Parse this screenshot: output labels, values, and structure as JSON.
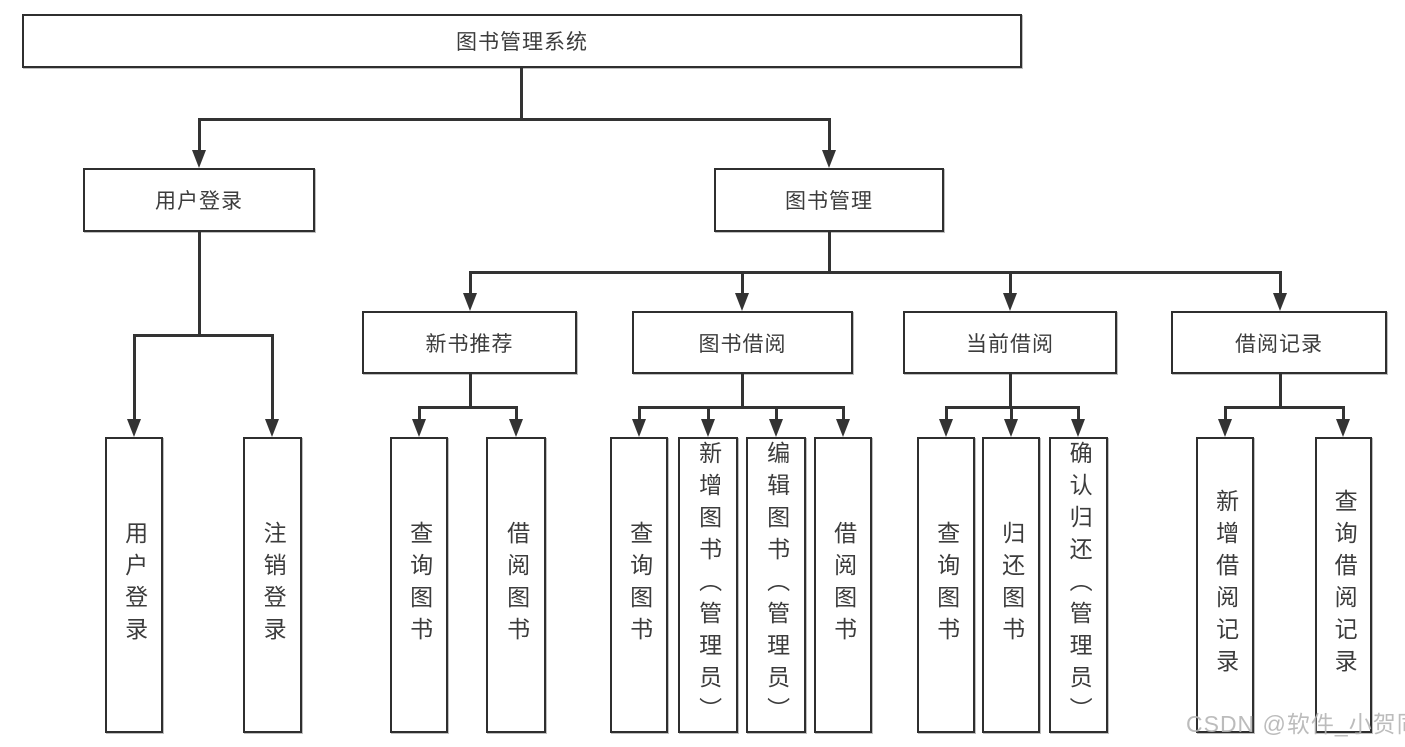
{
  "title": "图书管理系统",
  "tree": {
    "root": {
      "label": "图书管理系统"
    },
    "branches": [
      {
        "label": "用户登录",
        "children": [
          {
            "label": "用户登录"
          },
          {
            "label": "注销登录"
          }
        ]
      },
      {
        "label": "图书管理",
        "groups": [
          {
            "label": "新书推荐",
            "children": [
              {
                "label": "查询图书"
              },
              {
                "label": "借阅图书"
              }
            ]
          },
          {
            "label": "图书借阅",
            "children": [
              {
                "label": "查询图书"
              },
              {
                "label": "新增图书（管理员）"
              },
              {
                "label": "编辑图书（管理员）"
              },
              {
                "label": "借阅图书"
              }
            ]
          },
          {
            "label": "当前借阅",
            "children": [
              {
                "label": "查询图书"
              },
              {
                "label": "归还图书"
              },
              {
                "label": "确认归还（管理员）"
              }
            ]
          },
          {
            "label": "借阅记录",
            "children": [
              {
                "label": "新增借阅记录"
              },
              {
                "label": "查询借阅记录"
              }
            ]
          }
        ]
      }
    ]
  },
  "watermark": {
    "text": "CSDN @软件_小贺同学"
  },
  "colors": {
    "line": "#333333",
    "node_border": "#2f2f2f",
    "node_fill": "#ffffff",
    "text": "#3c3c3c",
    "watermark": "#b5b5b5"
  }
}
